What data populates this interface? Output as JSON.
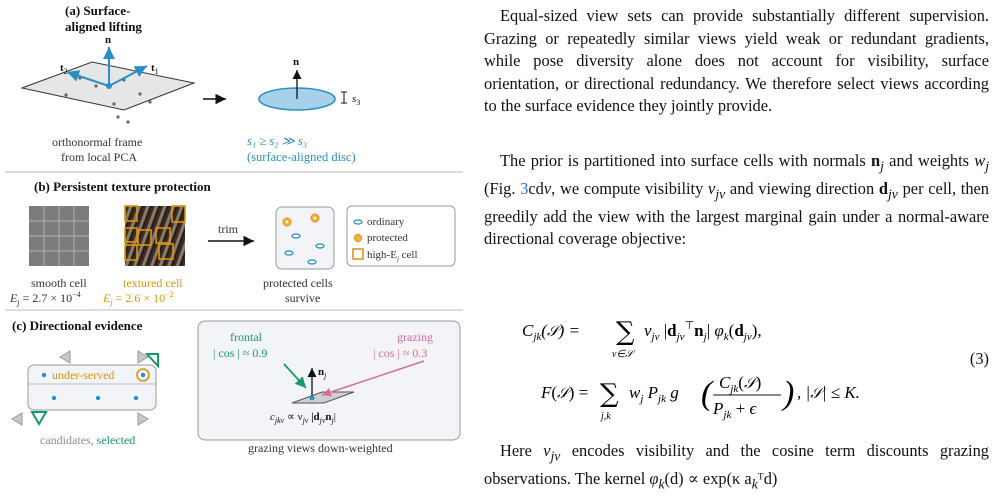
{
  "figure": {
    "panel_a": {
      "title": "(a) Surface-\naligned lifting",
      "title_line1": "(a) Surface-",
      "title_line2": "aligned lifting",
      "label_n": "n",
      "label_t1": "t",
      "label_t1_sub": "1",
      "label_t2": "t",
      "label_t2_sub": "2",
      "caption_line1": "orthonormal frame",
      "caption_line2": "from local PCA",
      "disc_label_n": "n",
      "disc_label_s3": "s",
      "disc_label_s3_sub": "3",
      "ordering": "s₁ ≥ s₂ ≫ s₃",
      "ordering_caption": "(surface-aligned disc)"
    },
    "panel_b": {
      "title": "(b) Persistent texture protection",
      "smooth_label": "smooth cell",
      "smooth_energy": "E",
      "smooth_energy_sub": "j",
      "smooth_energy_value": " = 2.7 × 10",
      "smooth_energy_exp": "−4",
      "textured_label": "textured cell",
      "textured_energy": "E",
      "textured_energy_sub": "j",
      "textured_energy_value": " = 2.6 × 10",
      "textured_energy_exp": "−2",
      "trim_label": "trim",
      "survive_line1": "protected cells",
      "survive_line2": "survive",
      "legend_ordinary": "ordinary",
      "legend_protected": "protected",
      "legend_high": "high-E",
      "legend_high_sub": "j",
      "legend_high_suffix": " cell"
    },
    "panel_c": {
      "title": "(c) Directional evidence",
      "underserved": "under-served",
      "candidates": "candidates, ",
      "selected": "selected",
      "frontal": "frontal",
      "frontal_cos": "| cos | ≈ 0.9",
      "grazing": "grazing",
      "grazing_cos": "| cos | ≈ 0.3",
      "normal_label": "n",
      "normal_sub": "j",
      "weight_formula": "c",
      "weight_formula_sub": "jkv",
      "weight_formula_rest": " ∝ ν",
      "weight_formula_nu_sub": "jv",
      "weight_formula_tail": " |d",
      "weight_formula_d_sub": "jv",
      "weight_formula_end": "n",
      "weight_formula_n_sub": "j",
      "caption": "grazing views down-weighted"
    },
    "colors": {
      "blue": "#2a8fc4",
      "orange": "#d9940f",
      "green": "#159a6a",
      "pink": "#d76aa0",
      "gray": "#8a8a8a"
    }
  },
  "text": {
    "para1": "Equal-sized view sets can provide substantially different supervision. Grazing or repeatedly similar views yield weak or redundant gradients, while pose diversity alone does not account for visibility, surface orientation, or directional redundancy. We therefore select views according to the surface evidence they jointly provide.",
    "para2_a": "The prior is partitioned into surface cells with normals ",
    "para2_nj": "n",
    "para2_nj_sub": "j",
    "para2_b": " and weights ",
    "para2_wj": "w",
    "para2_wj_sub": "j",
    "para2_c": " (Fig. ",
    "para2_ref": "3",
    "para2_ref_c": "c",
    "para2_d": "d",
    "para2_v": "v",
    "para2_e": ", we compute visibility ",
    "para2_nu": "ν",
    "para2_nu_sub": "jv",
    "para2_f": " and viewing direction ",
    "para2_d_sub": "jv",
    "para2_g": " per cell, then greedily add the view with the largest marginal gain under a normal-aware directional coverage objective:",
    "eq1": "C_jk(S) = Σ_{v∈S} ν_jv |d_jvᵀ n_j| φ_k(d_jv),",
    "eq2": "F(S) = Σ_{j,k} w_j P_jk g( C_jk(S) / (P_jk + ε) ),   |S| ≤ K.",
    "eq_number": "(3)",
    "para3_a": "Here ",
    "para3_nu": "ν",
    "para3_nu_sub": "jv",
    "para3_b": " encodes visibility and the cosine term discounts grazing observations. The kernel ",
    "para3_phi": "φ",
    "para3_phi_sub": "k",
    "para3_c": "(d) ∝ exp(κ a",
    "para3_a_sub": "k",
    "para3_d": "ᵀd)"
  }
}
